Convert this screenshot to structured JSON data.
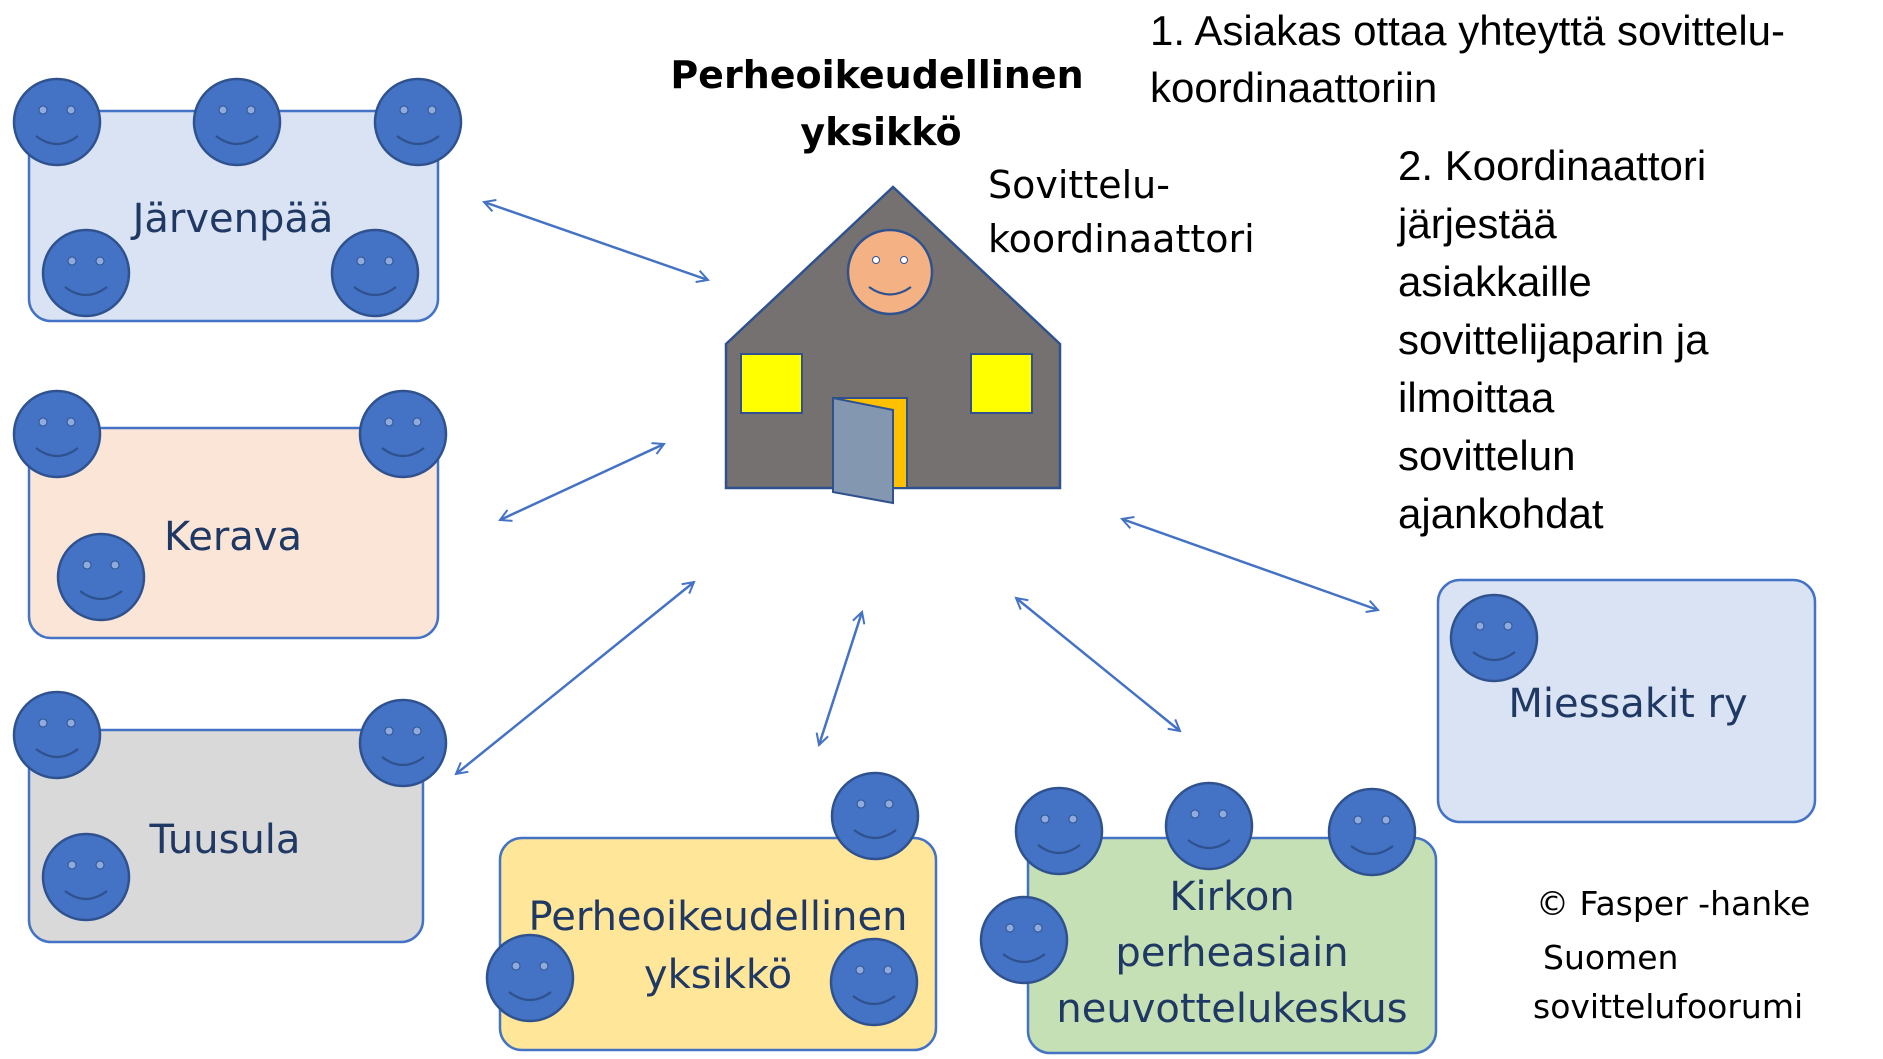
{
  "colors": {
    "face": "#4472c4",
    "face_stroke": "#2f528f",
    "arrow": "#4472c4",
    "house_body": "#767171",
    "house_face": "#f4b183",
    "window": "#ffff00",
    "door_frame": "#ffc000",
    "door": "#8497b0",
    "label_text": "#1f3864"
  },
  "center": {
    "title_line1": "Perheoikeudellinen",
    "title_line2": "yksikkö",
    "coordinator_line1": "Sovittelu-",
    "coordinator_line2": "koordinaattori"
  },
  "nodes": [
    {
      "id": "jarvenpaa",
      "lines": [
        "Järvenpää"
      ],
      "fill": "#dae3f3"
    },
    {
      "id": "kerava",
      "lines": [
        "Kerava"
      ],
      "fill": "#fbe5d6"
    },
    {
      "id": "tuusula",
      "lines": [
        "Tuusula"
      ],
      "fill": "#d9d9d9"
    },
    {
      "id": "perheoikeudellinen",
      "lines": [
        "Perheoikeudellinen",
        "yksikkö"
      ],
      "fill": "#ffe699"
    },
    {
      "id": "kirkon",
      "lines": [
        "Kirkon",
        "perheasiain",
        "neuvottelukeskus"
      ],
      "fill": "#c5e0b4"
    },
    {
      "id": "miessakit",
      "lines": [
        "Miessakit ry"
      ],
      "fill": "#dae3f3"
    }
  ],
  "steps": {
    "step1_line1": "1. Asiakas ottaa yhteyttä sovittelu-",
    "step1_line2": "koordinaattoriin",
    "step2_lines": [
      "2. Koordinaattori",
      "järjestää",
      "asiakkaille",
      "sovittelijaparin ja",
      "ilmoittaa",
      "sovittelun",
      "ajankohdat"
    ]
  },
  "copyright": {
    "line1": "© Fasper -hanke",
    "line2": "Suomen",
    "line3": "sovittelufoorumi"
  }
}
